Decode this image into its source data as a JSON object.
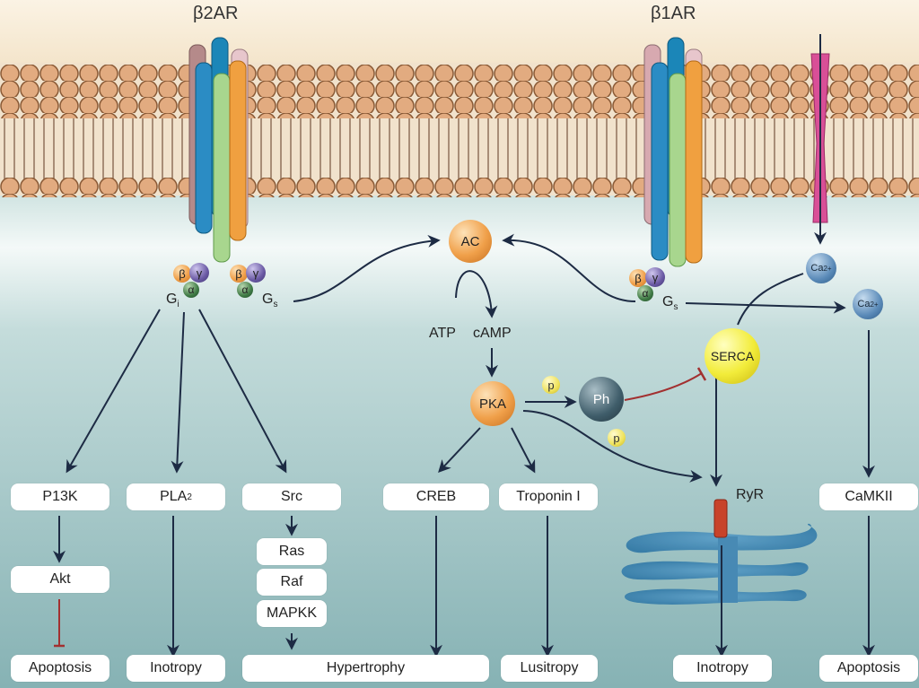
{
  "diagram": {
    "receptors": {
      "beta2": "β2AR",
      "beta1": "β1AR"
    },
    "g_proteins": {
      "subunit_beta": "β",
      "subunit_gamma": "γ",
      "subunit_alpha": "α",
      "gi_label": "G",
      "gi_sub": "i",
      "gs_label": "G",
      "gs_sub": "s"
    },
    "nodes": {
      "ac": "AC",
      "atp": "ATP",
      "camp": "cAMP",
      "pka": "PKA",
      "ph": "Ph",
      "p": "p",
      "serca": "SERCA",
      "ca": "Ca",
      "ca_charge": "2+",
      "ryr": "RyR"
    },
    "boxes": {
      "p13k": "P13K",
      "pla2": "PLA",
      "pla2_sub": "2",
      "src": "Src",
      "ras": "Ras",
      "raf": "Raf",
      "mapkk": "MAPKK",
      "akt": "Akt",
      "creb": "CREB",
      "troponin": "Troponin I",
      "camkii": "CaMKII"
    },
    "outcomes": {
      "apoptosis_left": "Apoptosis",
      "inotropy_left": "Inotropy",
      "hypertrophy": "Hypertrophy",
      "lusitropy": "Lusitropy",
      "inotropy_right": "Inotropy",
      "apoptosis_right": "Apoptosis"
    },
    "colors": {
      "membrane_head": "#e0a87a",
      "extracellular": "#f7ecd8",
      "cytoplasm": "#9fc3c3",
      "arrow": "#1d2b44",
      "inhibit": "#a23030"
    }
  }
}
